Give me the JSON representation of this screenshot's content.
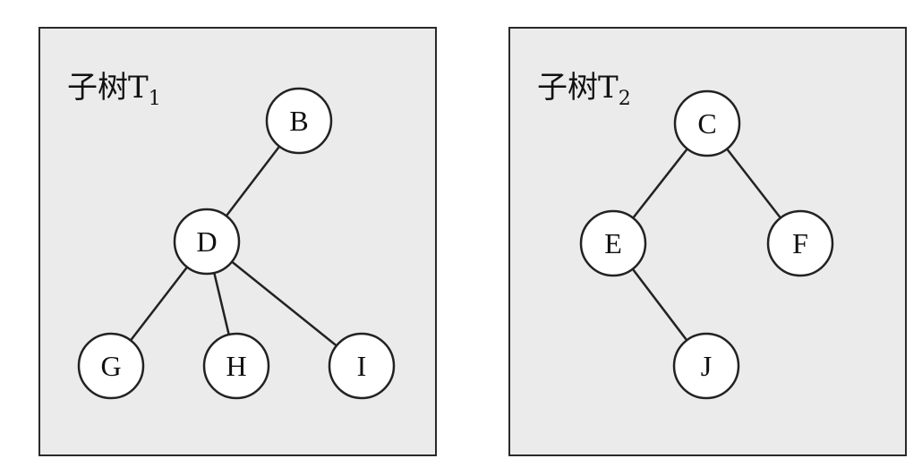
{
  "panels": [
    {
      "title_main": "子树T",
      "title_sub": "1",
      "nodes": [
        "B",
        "D",
        "G",
        "H",
        "I"
      ]
    },
    {
      "title_main": "子树T",
      "title_sub": "2",
      "nodes": [
        "C",
        "E",
        "F",
        "J"
      ]
    }
  ],
  "colors": {
    "panel_fill": "#ebebeb",
    "border": "#2a2a2a",
    "node_fill": "#ffffff"
  }
}
